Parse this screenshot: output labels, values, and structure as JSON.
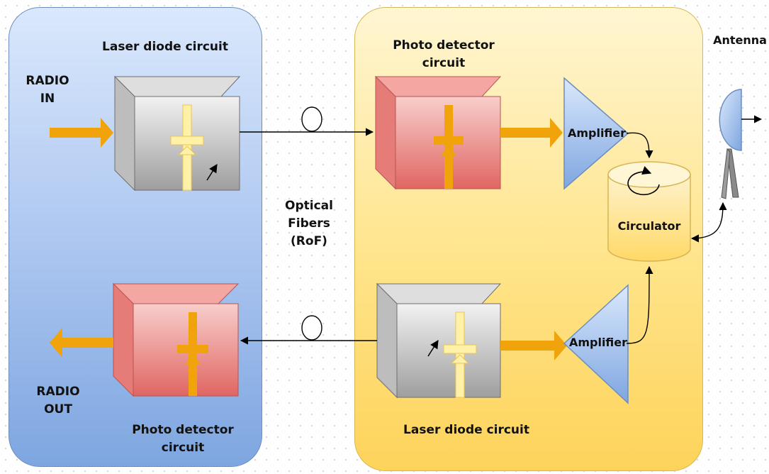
{
  "left_panel": {
    "laser_title": "Laser diode circuit",
    "radio_in": [
      "RADIO",
      "IN"
    ],
    "radio_out": [
      "RADIO",
      "OUT"
    ],
    "detector_title": [
      "Photo detector",
      "circuit"
    ]
  },
  "middle": {
    "fiber_label": [
      "Optical",
      "Fibers",
      "(RoF)"
    ]
  },
  "right_panel": {
    "detector_title": [
      "Photo detector",
      "circuit"
    ],
    "amplifier_top": "Amplifier",
    "amplifier_bottom": "Amplifier",
    "circulator": "Circulator",
    "laser_title": "Laser diode circuit"
  },
  "antenna_label": "Antenna",
  "colors": {
    "left_panel": "#7ea6e0",
    "right_panel": "#ffd966",
    "arrow": "#f0a30a",
    "laser_box": "#c9c9c9",
    "detector_box": "#ea6b66",
    "amplifier": "#7ea6e0",
    "circulator": "#ffe07a"
  },
  "icons": {
    "input_arrow": "arrow-right-icon",
    "output_arrow": "arrow-left-icon",
    "antenna": "satellite-dish-icon"
  }
}
